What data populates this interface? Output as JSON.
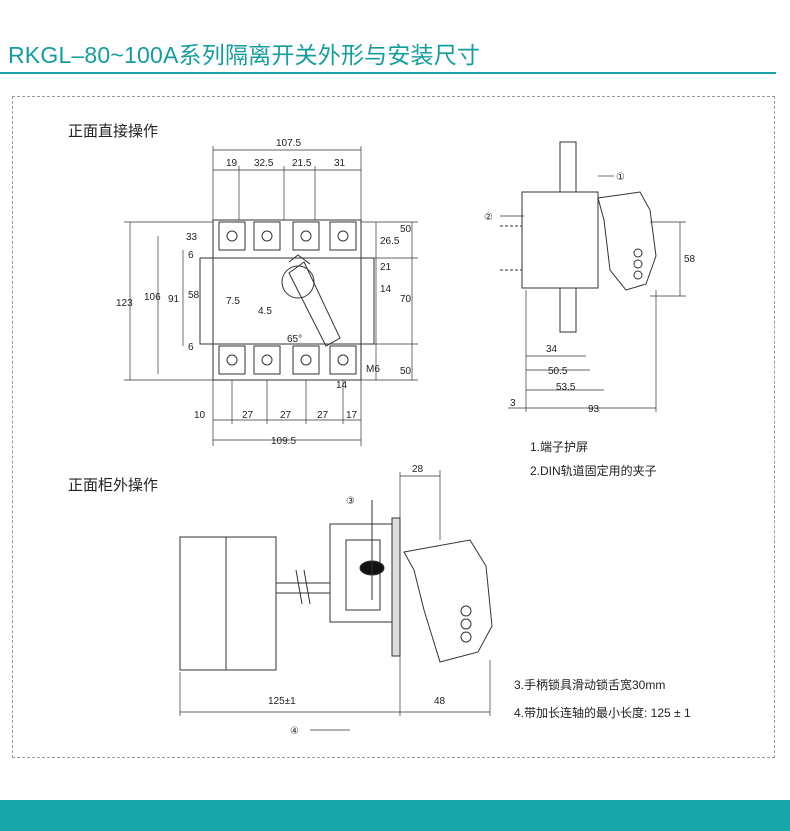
{
  "title": "RKGL–80~100A系列隔离开关外形与安装尺寸",
  "sections": {
    "front_direct": "正面直接操作",
    "front_cabinet": "正面柜外操作"
  },
  "front_view": {
    "top_dims": [
      "107.5",
      "19",
      "32.5",
      "21.5",
      "31"
    ],
    "right_dims": [
      "26.5",
      "21",
      "14",
      "50",
      "70",
      "50"
    ],
    "left_dims": [
      "123",
      "106",
      "91",
      "58",
      "33",
      "6",
      "6"
    ],
    "inner": [
      "7.5",
      "4.5",
      "65°",
      "M6",
      "14"
    ],
    "bottom_dims": [
      "10",
      "27",
      "27",
      "27",
      "17"
    ],
    "total_width": "109.5"
  },
  "side_view": {
    "callout_1": "①",
    "callout_2": "②",
    "dims": [
      "58",
      "34",
      "50.5",
      "53.5",
      "3",
      "93"
    ]
  },
  "notes_top": [
    "1.端子护屏",
    "2.DIN轨道固定用的夹子"
  ],
  "cabinet_view": {
    "callout_3": "③",
    "callout_4": "④",
    "dims": [
      "28",
      "125±1",
      "48"
    ]
  },
  "notes_bottom": [
    "3.手柄锁具滑动锁舌宽30mm",
    "4.带加长连轴的最小长度:  125 ± 1"
  ],
  "colors": {
    "accent": "#149d9e",
    "bar": "#19a8a9"
  }
}
